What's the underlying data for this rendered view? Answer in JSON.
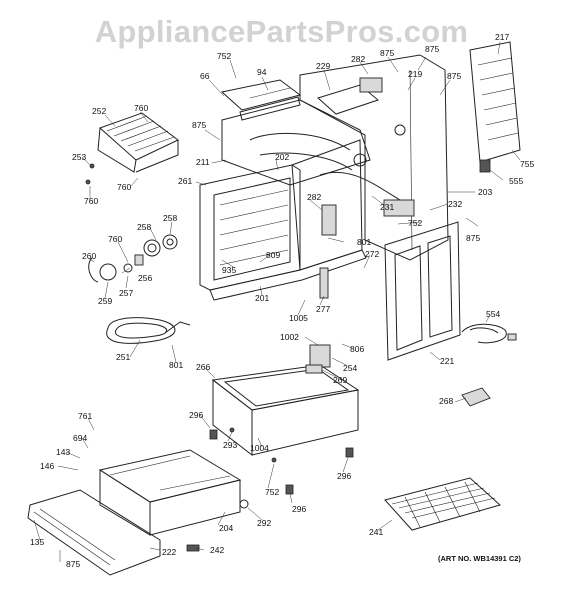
{
  "watermark": "AppliancePartsPros.com",
  "art_number": "(ART NO. WB14391 C2)",
  "labels": {
    "p752a": "752",
    "p875a": "875",
    "p875b": "875",
    "p217": "217",
    "p66": "66",
    "p94": "94",
    "p229": "229",
    "p282a": "282",
    "p219": "219",
    "p875c": "875",
    "p252": "252",
    "p760a": "760",
    "p875d": "875",
    "p755": "755",
    "p211": "211",
    "p202": "202",
    "p555": "555",
    "p253": "253",
    "p760b": "760",
    "p261": "261",
    "p203": "203",
    "p760c": "760",
    "p282b": "282",
    "p231": "231",
    "p232": "232",
    "p752b": "752",
    "p875e": "875",
    "p258a": "258",
    "p258b": "258",
    "p760d": "760",
    "p801a": "801",
    "p809": "809",
    "p260": "260",
    "p256": "256",
    "p935": "935",
    "p272": "272",
    "p257": "257",
    "p259": "259",
    "p201": "201",
    "p1005": "1005",
    "p277": "277",
    "p554": "554",
    "p1002": "1002",
    "p806": "806",
    "p251": "251",
    "p801b": "801",
    "p254": "254",
    "p221": "221",
    "p266": "266",
    "p269": "269",
    "p761": "761",
    "p296a": "296",
    "p268": "268",
    "p694": "694",
    "p293": "293",
    "p1004": "1004",
    "p143": "143",
    "p146": "146",
    "p296b": "296",
    "p752c": "752",
    "p296c": "296",
    "p292": "292",
    "p204": "204",
    "p135": "135",
    "p222": "222",
    "p241": "241",
    "p242": "242",
    "p875f": "875"
  }
}
